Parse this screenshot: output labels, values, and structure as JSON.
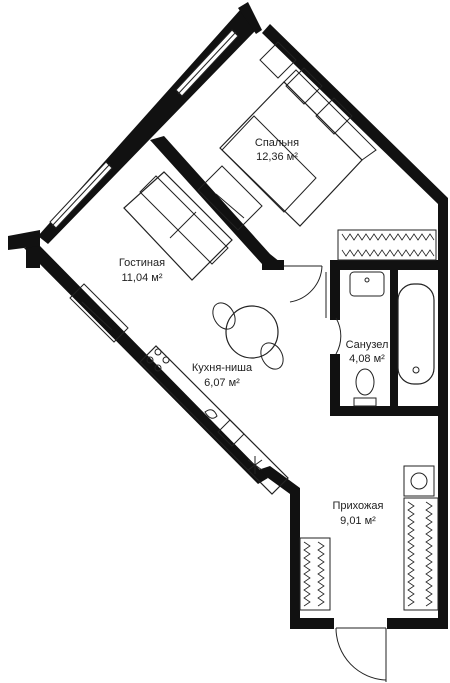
{
  "rooms": [
    {
      "id": "bedroom",
      "name": "Спальня",
      "area": "12,36 м²"
    },
    {
      "id": "living",
      "name": "Гостиная",
      "area": "11,04 м²"
    },
    {
      "id": "kitchen",
      "name": "Кухня-ниша",
      "area": "6,07 м²"
    },
    {
      "id": "bathroom",
      "name": "Санузел",
      "area": "4,08 м²"
    },
    {
      "id": "hallway",
      "name": "Прихожая",
      "area": "9,01 м²"
    }
  ]
}
